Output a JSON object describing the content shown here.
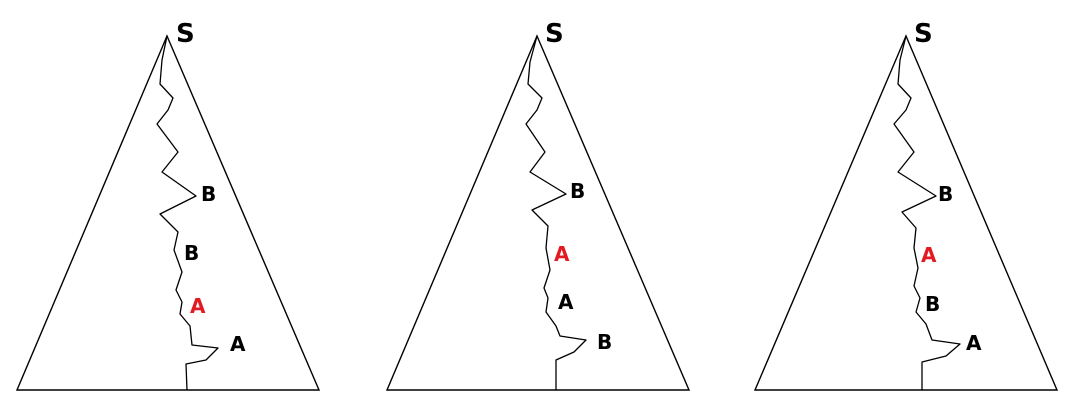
{
  "colors": {
    "line": "#000000",
    "normal_label": "#000000",
    "highlight_label": "#e21b23"
  },
  "panels": [
    {
      "top_label": "S",
      "labels": [
        {
          "text": "B",
          "highlight": false
        },
        {
          "text": "B",
          "highlight": false
        },
        {
          "text": "A",
          "highlight": true
        },
        {
          "text": "A",
          "highlight": false
        }
      ]
    },
    {
      "top_label": "S",
      "labels": [
        {
          "text": "B",
          "highlight": false
        },
        {
          "text": "A",
          "highlight": true
        },
        {
          "text": "A",
          "highlight": false
        },
        {
          "text": "B",
          "highlight": false
        }
      ]
    },
    {
      "top_label": "S",
      "labels": [
        {
          "text": "B",
          "highlight": false
        },
        {
          "text": "A",
          "highlight": true
        },
        {
          "text": "B",
          "highlight": false
        },
        {
          "text": "A",
          "highlight": false
        }
      ]
    }
  ]
}
